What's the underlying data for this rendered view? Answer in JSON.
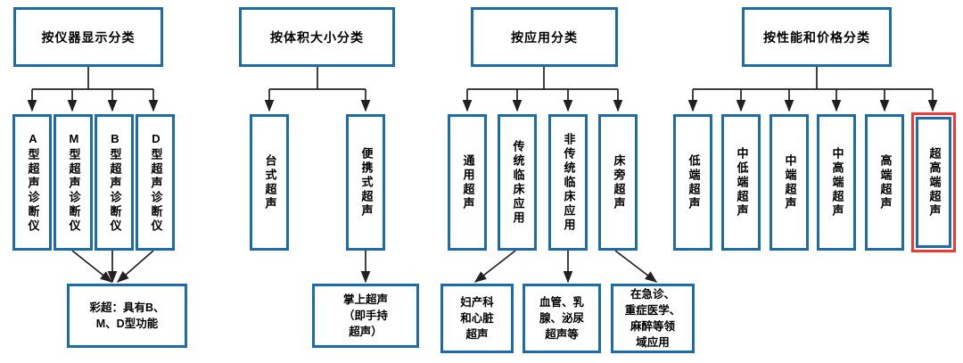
{
  "diagram": {
    "type": "classification-tree",
    "title_text_visible": false,
    "colors": {
      "box_border": "#1b6ca8",
      "highlight_border": "#ee3b33",
      "connector": "#231f20",
      "background": "#ffffff",
      "text": "#000000"
    }
  },
  "groups": [
    {
      "id": "by-display",
      "header": "按仪器显示分类",
      "children": [
        {
          "id": "a-type",
          "label": "A型超声诊断仪",
          "orientation": "vertical"
        },
        {
          "id": "m-type",
          "label": "M型超声诊断仪",
          "orientation": "vertical"
        },
        {
          "id": "b-type",
          "label": "B型超声诊断仪",
          "orientation": "vertical"
        },
        {
          "id": "d-type",
          "label": "D型超声诊断仪",
          "orientation": "vertical"
        }
      ],
      "leaves": [
        {
          "id": "color-doppler",
          "label": "彩超：具有B、\nM、D型功能",
          "orientation": "horizontal",
          "from": [
            "m-type",
            "b-type",
            "d-type"
          ]
        }
      ]
    },
    {
      "id": "by-size",
      "header": "按体积大小分类",
      "children": [
        {
          "id": "desktop-us",
          "label": "台式超声",
          "orientation": "vertical"
        },
        {
          "id": "portable-us",
          "label": "便携式超声",
          "orientation": "vertical"
        }
      ],
      "leaves": [
        {
          "id": "handheld-us",
          "label": "掌上超声\n（即手持\n超声）",
          "orientation": "horizontal",
          "from": [
            "portable-us"
          ]
        }
      ]
    },
    {
      "id": "by-application",
      "header": "按应用分类",
      "children": [
        {
          "id": "general-us",
          "label": "通用超声",
          "orientation": "vertical"
        },
        {
          "id": "trad-clinical",
          "label": "传统临床应用",
          "orientation": "vertical"
        },
        {
          "id": "nontrad-clinical",
          "label": "非传统临床应用",
          "orientation": "vertical"
        },
        {
          "id": "poc-us",
          "label": "床旁超声",
          "orientation": "vertical"
        }
      ],
      "leaves": [
        {
          "id": "ob-cardiac",
          "label": "妇产科\n和心脏\n超声",
          "orientation": "horizontal",
          "from": [
            "trad-clinical"
          ]
        },
        {
          "id": "vascular-breast-uro",
          "label": "血管、乳\n腺、泌尿\n超声等",
          "orientation": "horizontal",
          "from": [
            "nontrad-clinical"
          ]
        },
        {
          "id": "emergency-icu-anes",
          "label": "在急诊、\n重症医学、\n麻醉等领\n域应用",
          "orientation": "horizontal",
          "from": [
            "poc-us"
          ]
        }
      ]
    },
    {
      "id": "by-performance-price",
      "header": "按性能和价格分类",
      "children": [
        {
          "id": "low-end",
          "label": "低端超声",
          "orientation": "vertical",
          "highlighted": false
        },
        {
          "id": "mid-low-end",
          "label": "中低端超声",
          "orientation": "vertical",
          "highlighted": false
        },
        {
          "id": "mid-end",
          "label": "中端超声",
          "orientation": "vertical",
          "highlighted": false
        },
        {
          "id": "mid-high-end",
          "label": "中高端超声",
          "orientation": "vertical",
          "highlighted": false
        },
        {
          "id": "high-end",
          "label": "高端超声",
          "orientation": "vertical",
          "highlighted": false
        },
        {
          "id": "ultra-high-end",
          "label": "超高端超声",
          "orientation": "vertical",
          "highlighted": true
        }
      ],
      "leaves": []
    }
  ]
}
